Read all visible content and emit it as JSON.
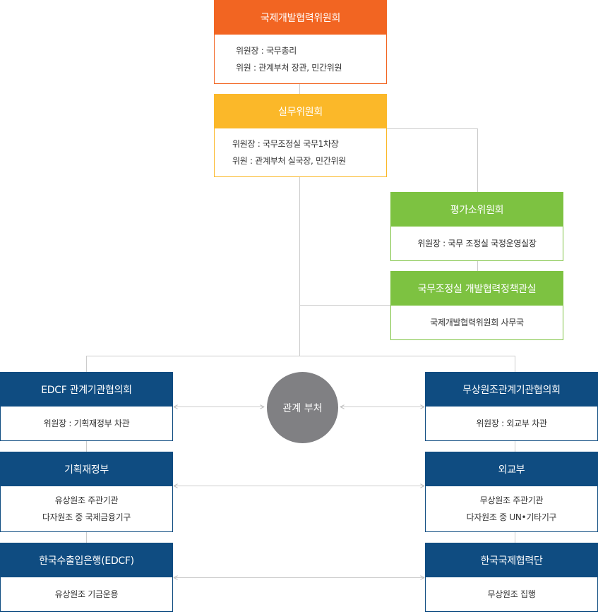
{
  "theme": {
    "top_color": "#f26522",
    "working_color": "#fbb829",
    "eval_color": "#7dc241",
    "agency_color": "#0f4c81",
    "hub_color": "#808083",
    "line_color": "#cccccc"
  },
  "top_committee": {
    "title": "국제개발협력위원회",
    "lines": [
      "위원장 : 국무총리",
      "위원 : 관계부처 장관, 민간위원"
    ]
  },
  "working_committee": {
    "title": "실무위원회",
    "lines": [
      "위원장 : 국무조정실 국무1차장",
      "위원 : 관계부처 실국장, 민간위원"
    ]
  },
  "evaluation_committee": {
    "title": "평가소위원회",
    "lines": [
      "위원장 : 국무 조정실 국정운영실장"
    ]
  },
  "policy_office": {
    "title": "국무조정실 개발협력정책관실",
    "lines": [
      "국제개발협력위원회 사무국"
    ]
  },
  "hub": {
    "label": "관계 부처"
  },
  "left_column": [
    {
      "title": "EDCF 관계기관협의회",
      "lines": [
        "위원장 : 기획재정부 차관"
      ]
    },
    {
      "title": "기획재정부",
      "lines": [
        "유상원조 주관기관",
        "다자원조 중 국제금융기구"
      ]
    },
    {
      "title": "한국수출입은행(EDCF)",
      "lines": [
        "유상원조 기금운용"
      ]
    }
  ],
  "right_column": [
    {
      "title": "무상원조관계기관협의회",
      "lines": [
        "위원장 : 외교부 차관"
      ]
    },
    {
      "title": "외교부",
      "lines": [
        "무상원조 주관기관",
        "다자원조 중 UN•기타기구"
      ]
    },
    {
      "title": "한국국제협력단",
      "lines": [
        "무상원조 집행"
      ]
    }
  ]
}
